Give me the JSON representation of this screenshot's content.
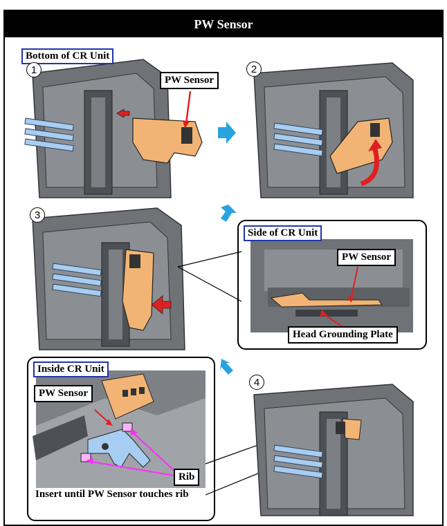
{
  "title": "PW Sensor",
  "sections": {
    "bottom": "Bottom of CR Unit",
    "side": "Side of CR Unit",
    "inside": "Inside CR Unit"
  },
  "steps": [
    "1",
    "2",
    "3",
    "4"
  ],
  "labels": {
    "pw_sensor": "PW Sensor",
    "head_grounding_plate": "Head Grounding Plate",
    "rib": "Rib"
  },
  "note": "Insert until PW Sensor touches rib",
  "colors": {
    "sensor": "#f2b474",
    "unit": "#6f7378",
    "flow_arrow": "#29a3e0",
    "red_arrow": "#e02020",
    "rib_pointer": "#ff2aff",
    "plate": "#a8cdf2"
  }
}
